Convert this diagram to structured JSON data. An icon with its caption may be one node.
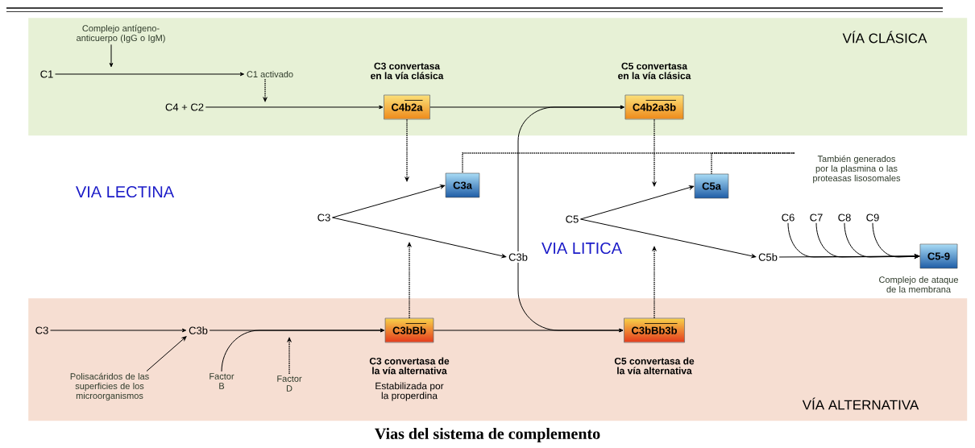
{
  "diagram": {
    "caption": "Vias del sistema de complemento",
    "nodes": [
      {
        "text": [
          "VÍA CLÁSICA"
        ]
      },
      {
        "text": [
          "Complejo antígeno-anticuerpo (IgG o IgM)"
        ],
        "in": 0
      },
      {
        "text": [
          "C1"
        ],
        "in": 0
      },
      {
        "text": [
          "C1 activado"
        ],
        "in": 0
      },
      {
        "text": [
          "C4 + C2"
        ],
        "in": 0
      },
      {
        "text": [
          "C3 convertasa en la vía clásica",
          "C4b2a"
        ],
        "in": 0
      },
      {
        "text": [
          "C5 convertasa en la vía clásica",
          "C4b2a3b"
        ],
        "in": 0
      },
      {
        "text": [
          "C3a"
        ]
      },
      {
        "text": [
          "C5a"
        ]
      },
      {
        "text": [
          "También generados por la plasmina o las proteasas lisosomales"
        ]
      },
      {
        "text": [
          "C3"
        ]
      },
      {
        "text": [
          "C5"
        ]
      },
      {
        "text": [
          "C3b"
        ]
      },
      {
        "text": [
          "C5b"
        ]
      },
      {
        "text": [
          "C6"
        ]
      },
      {
        "text": [
          "C7"
        ]
      },
      {
        "text": [
          "C8"
        ]
      },
      {
        "text": [
          "C9"
        ]
      },
      {
        "text": [
          "C5-9"
        ],
        "beside": [
          "Complejo de ataque de la membrana"
        ]
      },
      {
        "text": [
          "VÍA ALTERNATIVA"
        ]
      },
      {
        "text": [
          "C3"
        ],
        "in": 19
      },
      {
        "text": [
          "C3b"
        ],
        "in": 19
      },
      {
        "text": [
          "Polisacáridos de las superficies de los microorganismos"
        ],
        "in": 19
      },
      {
        "text": [
          "Factor B"
        ],
        "in": 19
      },
      {
        "text": [
          "Factor D"
        ],
        "in": 19
      },
      {
        "text": [
          "C3bBb",
          "C3 convertasa de la vía alternativa",
          "Estabilizada por la properdina"
        ],
        "in": 19
      },
      {
        "text": [
          "C3bBb3b",
          "C5 convertasa de la vía alternativa"
        ],
        "in": 19
      }
    ],
    "edges": [
      {
        "from": 2,
        "to": 3,
        "arrow": "to"
      },
      {
        "from": 1,
        "to": null,
        "arrow": "to"
      },
      {
        "from": 3,
        "to": null,
        "arrow": "to",
        "style": "dashed"
      },
      {
        "from": 4,
        "to": 5,
        "arrow": "to"
      },
      {
        "from": 5,
        "to": 6,
        "arrow": "to"
      },
      {
        "from": 5,
        "to": null,
        "arrow": "to",
        "style": "dashed"
      },
      {
        "from": 6,
        "to": null,
        "arrow": "to",
        "style": "dashed"
      },
      {
        "from": 10,
        "to": 7,
        "arrow": "to"
      },
      {
        "from": 10,
        "to": 12,
        "arrow": "to"
      },
      {
        "from": 12,
        "to": 6,
        "arrow": "to"
      },
      {
        "from": 12,
        "to": 26,
        "arrow": "to"
      },
      {
        "from": 11,
        "to": 8,
        "arrow": "to"
      },
      {
        "from": 11,
        "to": 13,
        "arrow": "to"
      },
      {
        "from": 13,
        "to": 18,
        "arrow": "to"
      },
      {
        "from": 14,
        "to": 18,
        "arrow": "to"
      },
      {
        "from": 15,
        "to": 18,
        "arrow": "to"
      },
      {
        "from": 16,
        "to": 18,
        "arrow": "to"
      },
      {
        "from": 17,
        "to": 18,
        "arrow": "to"
      },
      {
        "from": 9,
        "to": 7,
        "arrow": "none",
        "style": "dashed"
      },
      {
        "from": 9,
        "to": 8,
        "arrow": "none",
        "style": "dashed"
      },
      {
        "from": 20,
        "to": 21,
        "arrow": "to"
      },
      {
        "from": 22,
        "to": 21,
        "arrow": "to"
      },
      {
        "from": 21,
        "to": 25,
        "arrow": "to"
      },
      {
        "from": 23,
        "to": 25,
        "arrow": "to"
      },
      {
        "from": 24,
        "to": null,
        "arrow": "to",
        "style": "dashed"
      },
      {
        "from": 25,
        "to": null,
        "arrow": "to",
        "style": "dashed"
      },
      {
        "from": 26,
        "to": null,
        "arrow": "to",
        "style": "dashed"
      },
      {
        "from": 25,
        "to": 26,
        "arrow": "to"
      }
    ],
    "labels": [
      "VIA LECTINA",
      "VIA LITICA"
    ]
  }
}
